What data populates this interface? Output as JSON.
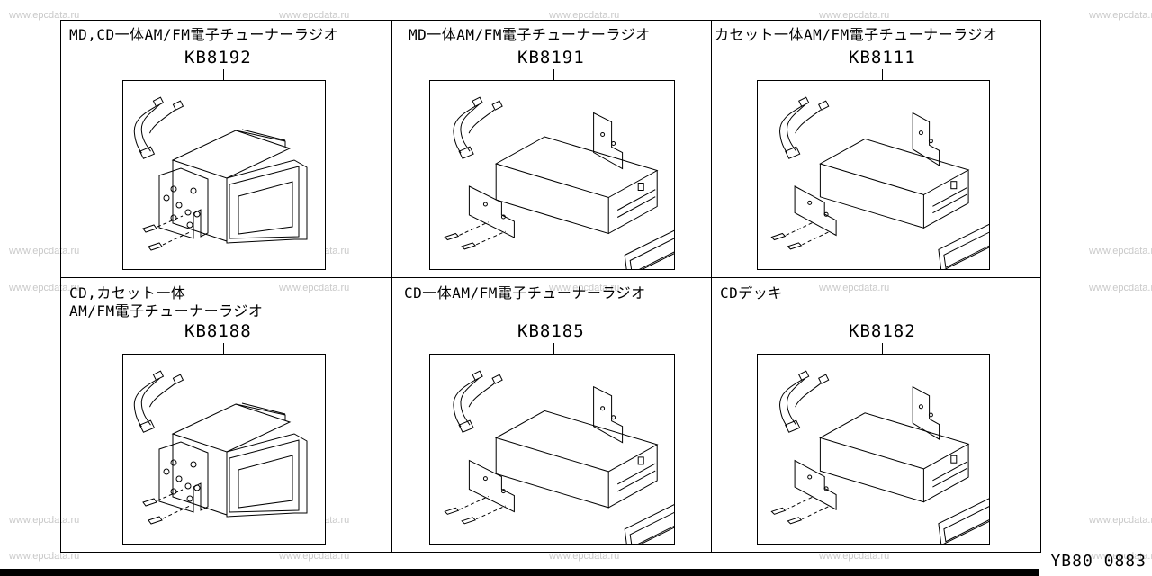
{
  "watermark": "www.epcdata.ru",
  "cells": [
    {
      "title_lines": [
        "MD,CD一体AM/FM電子チューナーラジオ"
      ],
      "part_no": "KB8192",
      "variant": "double"
    },
    {
      "title_lines": [
        "MD一体AM/FM電子チューナーラジオ"
      ],
      "part_no": "KB8191",
      "variant": "single"
    },
    {
      "title_lines": [
        "カセット一体AM/FM電子チューナーラジオ"
      ],
      "part_no": "KB8111",
      "variant": "single-small"
    },
    {
      "title_lines": [
        "CD,カセット一体",
        "AM/FM電子チューナーラジオ"
      ],
      "part_no": "KB8188",
      "variant": "double"
    },
    {
      "title_lines": [
        "CD一体AM/FM電子チューナーラジオ"
      ],
      "part_no": "KB8185",
      "variant": "single"
    },
    {
      "title_lines": [
        "CDデッキ"
      ],
      "part_no": "KB8182",
      "variant": "single-small"
    }
  ],
  "footer": {
    "code": "YB80 0883"
  }
}
